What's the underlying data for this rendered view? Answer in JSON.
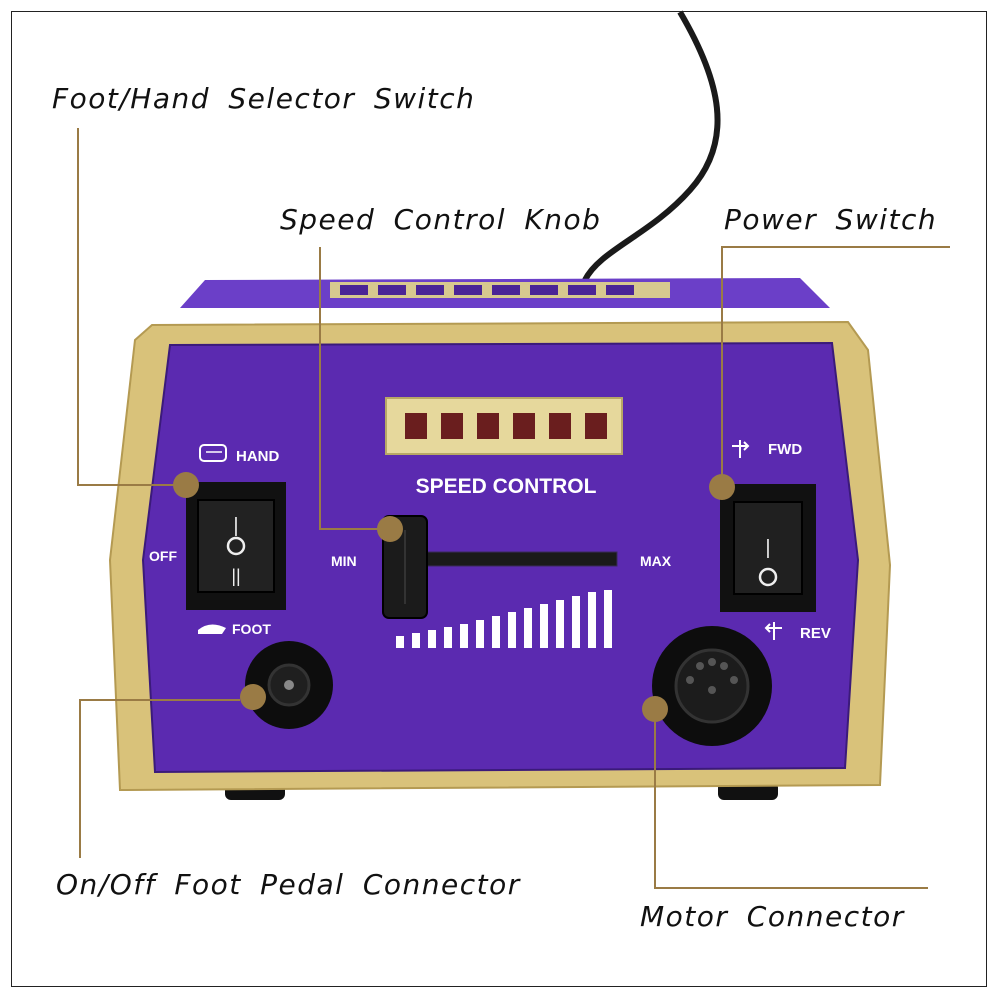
{
  "callouts": {
    "selector": "Foot/Hand Selector Switch",
    "knob": "Speed Control Knob",
    "power": "Power Switch",
    "foot_connector": "On/Off Foot Pedal Connector",
    "motor_connector": "Motor Connector"
  },
  "panel": {
    "speed_control": "SPEED CONTROL",
    "hand": "HAND",
    "off": "OFF",
    "foot": "FOOT",
    "min": "MIN",
    "max": "MAX",
    "fwd": "FWD",
    "rev": "REV"
  },
  "colors": {
    "panel_purple": "#5b2ab0",
    "gold_frame": "#d9c27a",
    "callout_line": "#9a7b45"
  }
}
